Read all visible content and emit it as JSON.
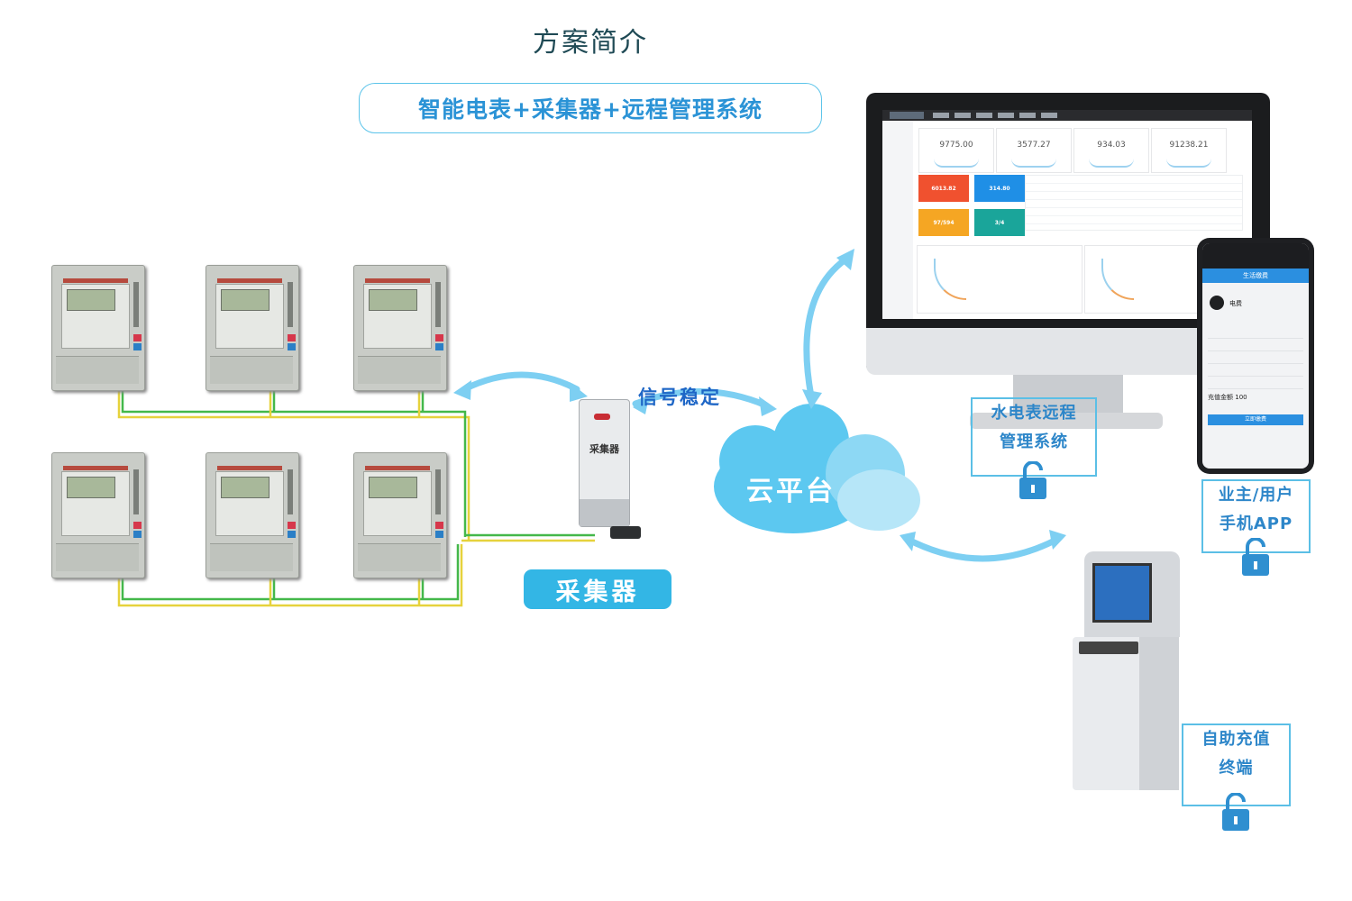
{
  "title": "方案简介",
  "subtitle": "智能电表+采集器+远程管理系统",
  "signal_label": "信号稳定",
  "collector": {
    "device_label": "采集器",
    "badge": "采集器"
  },
  "cloud_label": "云平台",
  "dashboard": {
    "stats": [
      "9775.00",
      "3577.27",
      "934.03",
      "91238.21"
    ],
    "tiles": [
      {
        "value": "6013.82",
        "color": "#f0512f"
      },
      {
        "value": "314.80",
        "color": "#1f8fe6"
      },
      {
        "value": "97/594",
        "color": "#f5a623"
      },
      {
        "value": "3/4",
        "color": "#1aa59a"
      }
    ]
  },
  "phone_app": {
    "header": "生活缴费",
    "item": "电费",
    "amount_label": "充值金额",
    "amount_value": "100",
    "pay_button": "立即缴费"
  },
  "features": {
    "remote_system": [
      "水电表远程",
      "管理系统"
    ],
    "owner_app": [
      "业主/用户",
      "手机APP"
    ],
    "kiosk": [
      "自助充值",
      "终端"
    ]
  },
  "colors": {
    "accent": "#33b6e5",
    "arrow": "#7dcff2",
    "wire_yellow": "#e6d23c",
    "wire_green": "#44b84a"
  }
}
